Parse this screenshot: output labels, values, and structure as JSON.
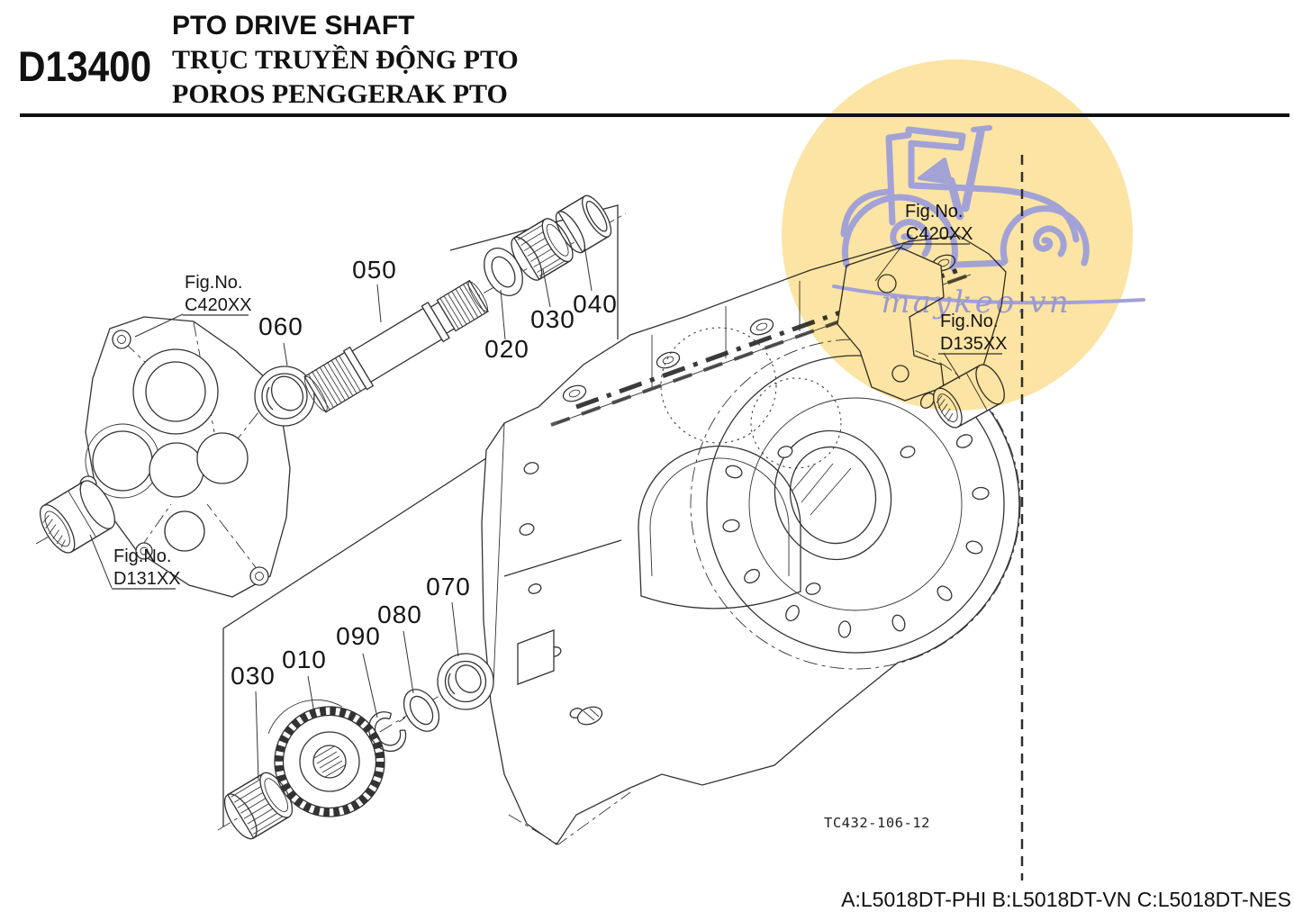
{
  "header": {
    "code": "D13400",
    "title_en": "PTO DRIVE SHAFT",
    "title_vi": "TRỤC TRUYỀN ĐỘNG PTO",
    "title_id": "POROS PENGGERAK PTO"
  },
  "watermark": {
    "site": "maykeo.vn"
  },
  "diagram": {
    "callouts": [
      {
        "label": "050"
      },
      {
        "label": "060"
      },
      {
        "label": "020"
      },
      {
        "label": "030"
      },
      {
        "label": "040"
      },
      {
        "label": "030"
      },
      {
        "label": "010"
      },
      {
        "label": "090"
      },
      {
        "label": "080"
      },
      {
        "label": "070"
      }
    ],
    "fig_refs": [
      {
        "prefix": "Fig.No.",
        "code": "C420XX"
      },
      {
        "prefix": "Fig.No.",
        "code": "C420XX"
      },
      {
        "prefix": "Fig.No.",
        "code": "D135XX"
      },
      {
        "prefix": "Fig.No.",
        "code": "D131XX"
      }
    ],
    "drawing_code": "TC432-106-12",
    "footer_codes": "A:L5018DT-PHI B:L5018DT-VN C:L5018DT-NES"
  },
  "colors": {
    "watermark_fill": "#FBE4A4",
    "watermark_line": "#A2A2D6",
    "line_art": "#333333"
  }
}
